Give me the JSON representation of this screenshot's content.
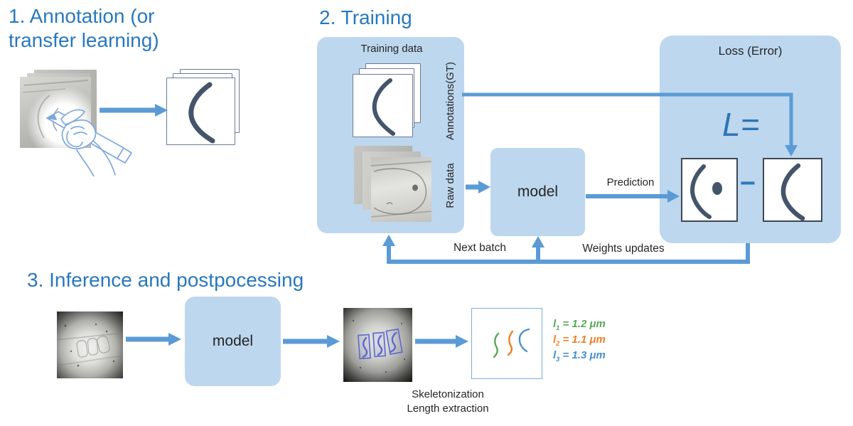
{
  "colors": {
    "title_blue": "#2878BE",
    "panel_blue": "#BDD7EE",
    "arrow_blue": "#5B9BD5",
    "curve_navy": "#44546A",
    "formula_blue": "#2E75B6",
    "length_green": "#57A857",
    "length_orange": "#F07E26",
    "length_blue": "#4A90CE"
  },
  "icons": {
    "hand_annotation": "hand-with-pencil line drawing",
    "annotation_curve": "dark curved stroke",
    "prediction_blob": "dark ellipse dot",
    "detection_boxes": "blue rectangles with traced curves",
    "image_stack": "stack of 3 offset micrographs",
    "page_stack": "stack of 3 offset white pages"
  },
  "section1": {
    "title_line1": "1. Annotation (or",
    "title_line2": "transfer learning)"
  },
  "section2": {
    "title": "2. Training",
    "training_data_label": "Training data",
    "annotations_label": "Annotations(GT)",
    "raw_data_label": "Raw data",
    "model_label": "model",
    "prediction_label": "Prediction",
    "loss_label": "Loss (Error)",
    "loss_formula": "L=",
    "minus_sign": "−",
    "next_batch_label": "Next batch",
    "weights_updates_label": "Weights updates"
  },
  "section3": {
    "title": "3. Inference and postpocessing",
    "model_label": "model",
    "skeletonization_label": "Skeletonization",
    "length_extraction_label": "Length extraction",
    "lengths": [
      {
        "symbol": "l",
        "sub": "1",
        "rest": "= 1.2 μm",
        "color": "#57A857"
      },
      {
        "symbol": "l",
        "sub": "2",
        "rest": "= 1.1 μm",
        "color": "#F07E26"
      },
      {
        "symbol": "l",
        "sub": "3",
        "rest": "= 1.3 μm",
        "color": "#4A90CE"
      }
    ]
  }
}
